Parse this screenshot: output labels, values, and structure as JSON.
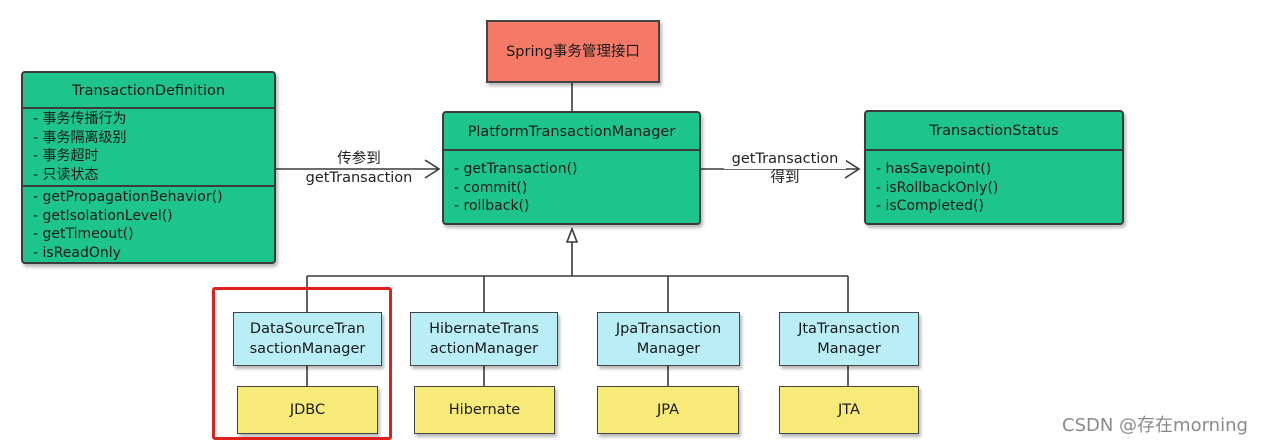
{
  "top_box": {
    "label": "Spring事务管理接口"
  },
  "definition": {
    "title": "TransactionDefinition",
    "attributes": [
      "- 事务传播行为",
      "- 事务隔离级别",
      "- 事务超时",
      "- 只读状态"
    ],
    "methods": [
      "- getPropagationBehavior()",
      "- getIsolationLevel()",
      "- getTimeout()",
      "- isReadOnly"
    ]
  },
  "manager": {
    "title": "PlatformTransactionManager",
    "methods": [
      "- getTransaction()",
      "- commit()",
      "- rollback()"
    ]
  },
  "status": {
    "title": "TransactionStatus",
    "methods": [
      "- hasSavepoint()",
      "- isRollbackOnly()",
      "- isCompleted()"
    ]
  },
  "edges": {
    "left_label": [
      "传参到",
      "getTransaction"
    ],
    "right_label": [
      "getTransaction",
      "得到"
    ]
  },
  "implementations": [
    {
      "name": [
        "DataSourceTran",
        "sactionManager"
      ],
      "tech": "JDBC"
    },
    {
      "name": [
        "HibernateTrans",
        "actionManager"
      ],
      "tech": "Hibernate"
    },
    {
      "name": [
        "JpaTransaction",
        "Manager"
      ],
      "tech": "JPA"
    },
    {
      "name": [
        "JtaTransaction",
        "Manager"
      ],
      "tech": "JTA"
    }
  ],
  "watermark": "CSDN @存在morning",
  "colors": {
    "class_box": "#1dc58d",
    "interface_box": "#f47a67",
    "impl_box": "#b9eef7",
    "tech_box": "#f8ea79",
    "highlight": "#e0201b"
  }
}
